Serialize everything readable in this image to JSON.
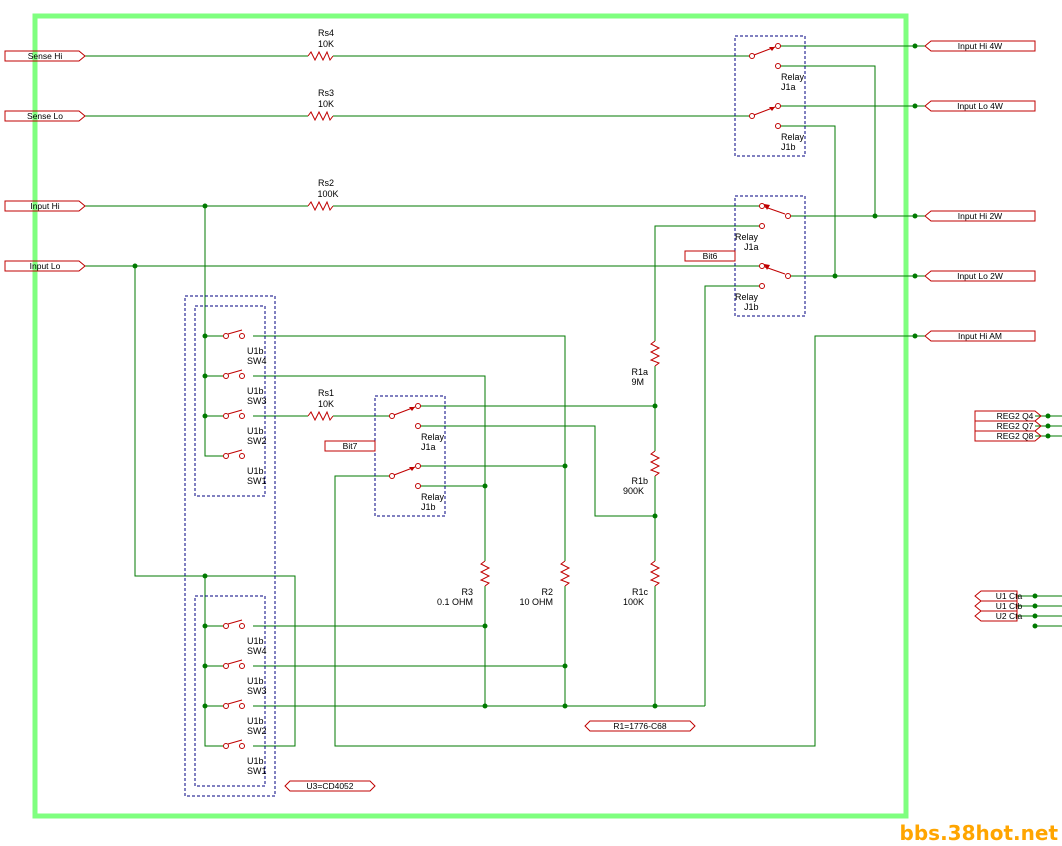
{
  "ports_left": [
    {
      "id": "sense-hi",
      "text": "Sense Hi"
    },
    {
      "id": "sense-lo",
      "text": "Sense Lo"
    },
    {
      "id": "input-hi",
      "text": "Input Hi"
    },
    {
      "id": "input-lo",
      "text": "Input Lo"
    }
  ],
  "ports_right": [
    {
      "id": "input-hi-4w",
      "text": "Input Hi 4W"
    },
    {
      "id": "input-lo-4w",
      "text": "Input Lo 4W"
    },
    {
      "id": "input-hi-2w",
      "text": "Input Hi 2W"
    },
    {
      "id": "input-lo-2w",
      "text": "Input Lo 2W"
    },
    {
      "id": "input-hi-am",
      "text": "Input Hi AM"
    }
  ],
  "ports_reg": [
    "REG2 Q4",
    "REG2 Q7",
    "REG2 Q8"
  ],
  "ports_ctrl": [
    "U1 Cta",
    "U1 Ctb",
    "U2 Cta"
  ],
  "bits": {
    "bit6": "Bit6",
    "bit7": "Bit7"
  },
  "resistors": {
    "rs4": {
      "ref": "Rs4",
      "val": "10K"
    },
    "rs3": {
      "ref": "Rs3",
      "val": "10K"
    },
    "rs2": {
      "ref": "Rs2",
      "val": "100K"
    },
    "rs1": {
      "ref": "Rs1",
      "val": "10K"
    },
    "r1a": {
      "ref": "R1a",
      "val": "9M"
    },
    "r1b": {
      "ref": "R1b",
      "val": "900K"
    },
    "r1c": {
      "ref": "R1c",
      "val": "100K"
    },
    "r2": {
      "ref": "R2",
      "val": "10 OHM"
    },
    "r3": {
      "ref": "R3",
      "val": "0.1 OHM"
    }
  },
  "relay": {
    "name": "Relay",
    "j1a": "J1a",
    "j1b": "J1b"
  },
  "switch_unit": "U1b",
  "switches": [
    "SW4",
    "SW3",
    "SW2",
    "SW1"
  ],
  "tags": {
    "r1": "R1=1776-C68",
    "u3": "U3=CD4052"
  },
  "watermark": "bbs.38hot.net"
}
